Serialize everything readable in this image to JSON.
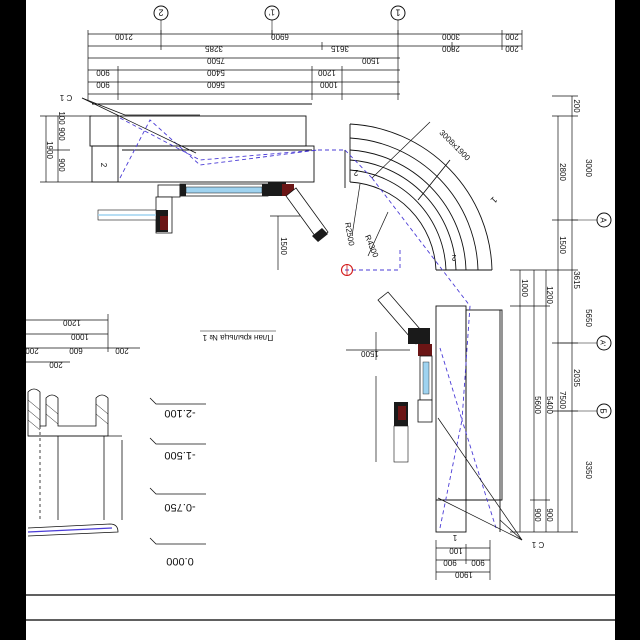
{
  "drawing": {
    "title": "План крыльца № 1",
    "axes": {
      "a": "А",
      "a_prime": "А'",
      "b": "Б",
      "one": "1",
      "one_prime": "1'",
      "two": "2"
    },
    "sections": {
      "c1_top": "С 1",
      "c1_bottom": "С 1",
      "arrow_a": "2",
      "arrow_b": "2",
      "stair_1": "1",
      "stair_2": "1",
      "corner_1": "2",
      "corner_2": "2"
    },
    "radii": {
      "r2500": "R2500",
      "r4300": "R4300",
      "arc_label": "3008х1900"
    },
    "top_dimensions": {
      "row1": [
        "200",
        "3000",
        "6900",
        "2100"
      ],
      "row2": [
        "200",
        "2800",
        "3615",
        "3285"
      ],
      "row3": [
        "1500",
        "7500"
      ],
      "row4": [
        "1200",
        "5400",
        "900"
      ],
      "row5": [
        "1000",
        "5600",
        "900"
      ]
    },
    "left_dimensions": {
      "vertical": [
        "1900",
        "900",
        "900",
        "100"
      ],
      "side_1500": "1500",
      "mid_1500": "1500"
    },
    "right_dimensions": {
      "outer": [
        "200",
        "3000",
        "3615",
        "5650",
        "3350"
      ],
      "middle": [
        "2800",
        "1500",
        "2035",
        "7500"
      ],
      "inner": [
        "1000",
        "1200",
        "5400",
        "5600",
        "900",
        "900"
      ]
    },
    "bottom_dimensions": [
      "100",
      "900",
      "900",
      "1900"
    ],
    "fragment_dimensions": [
      "1200",
      "1000",
      "200",
      "600",
      "200",
      "200"
    ],
    "elevations": [
      "-2.100",
      "-1.500",
      "-0.750",
      "0.000"
    ],
    "colors": {
      "background": "#ffffff",
      "frame": "#000000",
      "line": "#111111",
      "hidden": "#4a3bd6",
      "wall": "#1a1a1a",
      "red": "#d21a1a",
      "window": "#9fd3f0"
    }
  }
}
